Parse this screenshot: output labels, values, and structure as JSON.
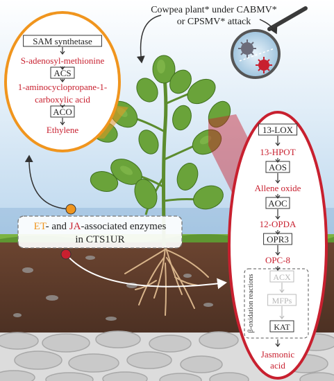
{
  "caption": {
    "line1": "Cowpea plant* under CABMV*",
    "line2": "or CPSMV* attack"
  },
  "et_pathway": {
    "steps": [
      {
        "kind": "enzyme",
        "text": "SAM synthetase"
      },
      {
        "kind": "metabolite",
        "text": "S-adenosyl-methionine"
      },
      {
        "kind": "enzyme",
        "text": "ACS"
      },
      {
        "kind": "metabolite",
        "text": "1-aminocyclopropane-1-"
      },
      {
        "kind": "metabolite",
        "text": "carboxylic acid"
      },
      {
        "kind": "enzyme",
        "text": "ACO"
      },
      {
        "kind": "metabolite",
        "text": "Ethylene"
      }
    ]
  },
  "legend_box": {
    "et": "ET",
    "mid": "- and ",
    "ja": "JA",
    "tail": "-associated enzymes",
    "line2": "in CTS1UR"
  },
  "ja_pathway": {
    "upper": [
      {
        "kind": "enzyme",
        "text": "13-LOX"
      },
      {
        "kind": "metabolite",
        "text": "13-HPOT"
      },
      {
        "kind": "enzyme",
        "text": "AOS"
      },
      {
        "kind": "metabolite",
        "text": "Allene oxide"
      },
      {
        "kind": "enzyme",
        "text": "AOC"
      },
      {
        "kind": "metabolite",
        "text": "12-OPDA"
      },
      {
        "kind": "enzyme",
        "text": "OPR3"
      },
      {
        "kind": "metabolite",
        "text": "OPC-8"
      }
    ],
    "beta_label": "β-oxidation reactions",
    "beta": [
      {
        "kind": "faded",
        "text": "ACX"
      },
      {
        "kind": "faded",
        "text": "MFPs"
      },
      {
        "kind": "enzyme",
        "text": "KAT"
      }
    ],
    "product_line1": "Jasmonic",
    "product_line2": "acid"
  },
  "colors": {
    "et_accent": "#f0951e",
    "ja_accent": "#c8202f",
    "metabolite_text": "#c8202f",
    "enzyme_text": "#222222",
    "faded_text": "#b5b5b5",
    "leaf": "#6aa33a",
    "soil": "#5a3a2a",
    "stone": "#c9c9c9"
  },
  "icons": [
    "magnifier-icon",
    "virus-icon",
    "plant-icon"
  ]
}
